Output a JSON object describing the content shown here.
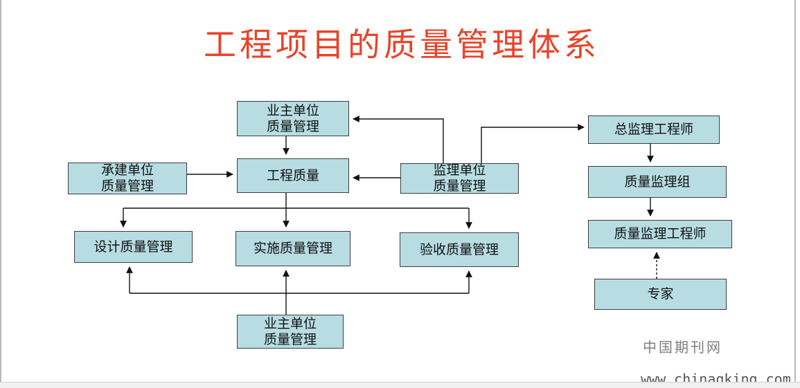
{
  "title": "工程项目的质量管理体系",
  "nodes": {
    "owner_top": [
      "业主单位",
      "质量管理"
    ],
    "contractor": [
      "承建单位",
      "质量管理"
    ],
    "project_quality": [
      "工程质量"
    ],
    "supervision_unit": [
      "监理单位",
      "质量管理"
    ],
    "chief_engineer": [
      "总监理工程师"
    ],
    "quality_group": [
      "质量监理组"
    ],
    "quality_engineer": [
      "质量监理工程师"
    ],
    "expert": [
      "专家"
    ],
    "design_quality": [
      "设计质量管理"
    ],
    "construction_quality": [
      "实施质量管理"
    ],
    "acceptance_quality": [
      "验收质量管理"
    ],
    "owner_bottom": [
      "业主单位",
      "质量管理"
    ]
  },
  "watermark": {
    "site_name": "中国期刊网",
    "url": "www.chinaqking.com"
  }
}
